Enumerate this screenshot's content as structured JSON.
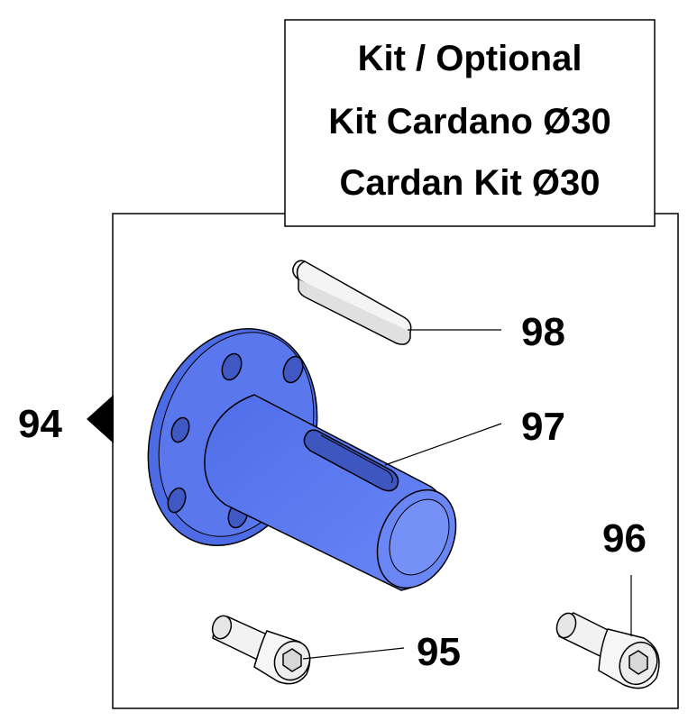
{
  "title_box": {
    "line1": "Kit / Optional",
    "line2": "Kit Cardano Ø30",
    "line3": "Cardan Kit Ø30"
  },
  "callouts": {
    "assembly": "94",
    "screw_left": "95",
    "screw_right": "96",
    "shaft": "97",
    "key": "98"
  },
  "colors": {
    "shaft_fill": "#5b78f0",
    "outline": "#000000",
    "background": "#ffffff"
  },
  "icons": {
    "assembly_pointer": "triangle-left-icon"
  }
}
